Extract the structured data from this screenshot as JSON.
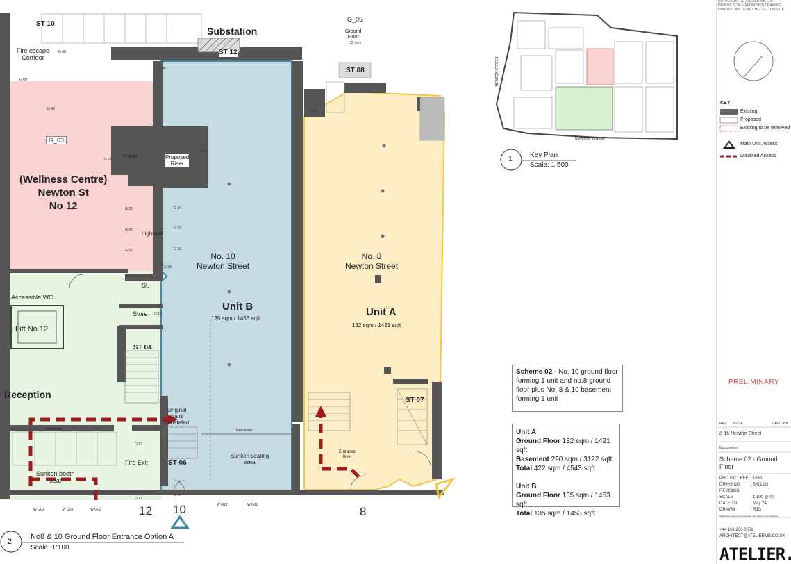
{
  "rooms": {
    "st10": "ST 10",
    "substation": "Substation",
    "st12": "ST 12",
    "g05": "G_05",
    "ground_floor": "Ground\nFloor",
    "g05_area": "25 sqm",
    "st08": "ST 08",
    "fire_escape": "Fire escape\nCorridor",
    "g03": "G_03",
    "riser": "Riser",
    "proposed_riser": "Proposed\nRiser",
    "wellness": "(Wellness Centre)\nNewton St\nNo 12",
    "lightwell": "Lightwell",
    "no10": "No. 10\nNewton Street",
    "no8": "No. 8\nNewton Street",
    "unit_b": "Unit B",
    "unit_b_area": "135 sqm / 1453 sqft",
    "unit_a": "Unit A",
    "unit_a_area": "132 sqm / 1421 sqft",
    "st_small": "St.",
    "accessible_wc": "Accessible WC",
    "store": "Store",
    "lift": "Lift No.12",
    "st04": "ST 04",
    "reception": "Reception",
    "original_stairs": "Original\nstairs\nreinstated",
    "balustrade_left": "balustrade",
    "balustrade_mid": "balustrade",
    "sunken_seating": "Sunken seating\narea",
    "st06": "ST 06",
    "fire_exit": "Fire Exit",
    "sunken_booth": "Sunken booth\nseat",
    "st07": "ST 07",
    "entrance": "Entrance\nlevel",
    "num12": "12",
    "num10": "10",
    "num8": "8"
  },
  "tags": [
    "G 08",
    "G 09",
    "G 49",
    "G 48",
    "G 51",
    "G 11",
    "G 31",
    "G 34",
    "G 33",
    "G 32",
    "G 35",
    "G 36",
    "G 37",
    "G 38",
    "G 19",
    "G 17",
    "G 13",
    "G 14",
    "W G12",
    "W G11",
    "W G03",
    "W G01",
    "W G02"
  ],
  "drawing": {
    "number": "2",
    "title": "No8 & 10 Ground Floor Entrance Option A",
    "scale": "Scale: 1:100"
  },
  "key_plan": {
    "number": "1",
    "title": "Key Plan",
    "scale": "Scale: 1:500",
    "street_top": "NEWTON STREET",
    "street_bottom": "NEWTON STREET"
  },
  "copyright": "COPYRIGHT OF ATELIER MB LTD\nDO NOT SCALE FROM THIS DRAWING\nDIMENSIONS TO BE CHECKED ON SITE",
  "legend": {
    "title": "KEY",
    "items": [
      "Existing",
      "Proposed",
      "Existing to be removed",
      "Main Unit Access",
      "Disabled Access"
    ]
  },
  "scheme_note": {
    "bold": "Scheme 02",
    "text": " - No. 10 ground floor forming 1 unit and no.8 ground floor plus No. 8 & 10 basement forming 1 unit"
  },
  "areas": {
    "unit_a_title": "Unit A",
    "a_ground_label": "Ground Floor",
    "a_ground_value": "132 sqm / 1421 sqft",
    "a_basement_label": "Basement",
    "a_basement_value": "290 sqm / 3122 sqft",
    "a_total_label": "Total",
    "a_total_value": "422 sqm / 4543 sqft",
    "unit_b_title": "Unit B",
    "b_ground_label": "Ground Floor",
    "b_ground_value": "135 sqm / 1453 sqft",
    "b_total_label": "Total",
    "b_total_value": "135 sqm / 1453 sqft"
  },
  "preliminary": "PRELIMINARY",
  "title_block": {
    "rev": "REV",
    "note": "NOTE",
    "drn_chk": "DRN CHK",
    "project": "8-16 Newton Street",
    "location": "Manchester",
    "drawing_title": "Scheme 02 - Ground Floor",
    "project_ref_label": "PROJECT REF",
    "project_ref": "1665",
    "drwg_no_label": "DRWG NO",
    "drwg_no": "SK(132)",
    "revision_label": "REVISION",
    "revision": "",
    "scale_label": "SCALE",
    "scale": "1:100 @ A3",
    "date_label": "DATE 1st",
    "date": "May 24",
    "drawn_label": "DRAWN",
    "drawn": "RJG",
    "small_note": "Stated floor areas are approximate only. Survey to be confirmed",
    "phone": "+44 161 236 0051",
    "email": "ARCHITECT@ATELIERMB.CO.UK",
    "logo": "ATELIER.MB"
  },
  "colors": {
    "wellness": "#f9d2d2",
    "unit_b": "#c6dae4",
    "unit_a": "#fcedc5",
    "reception": "#e9f5e3",
    "wall": "#555555",
    "access": "#9e1b1e",
    "unit_b_outline": "#3e88a3",
    "unit_a_outline": "#f1c84c"
  }
}
